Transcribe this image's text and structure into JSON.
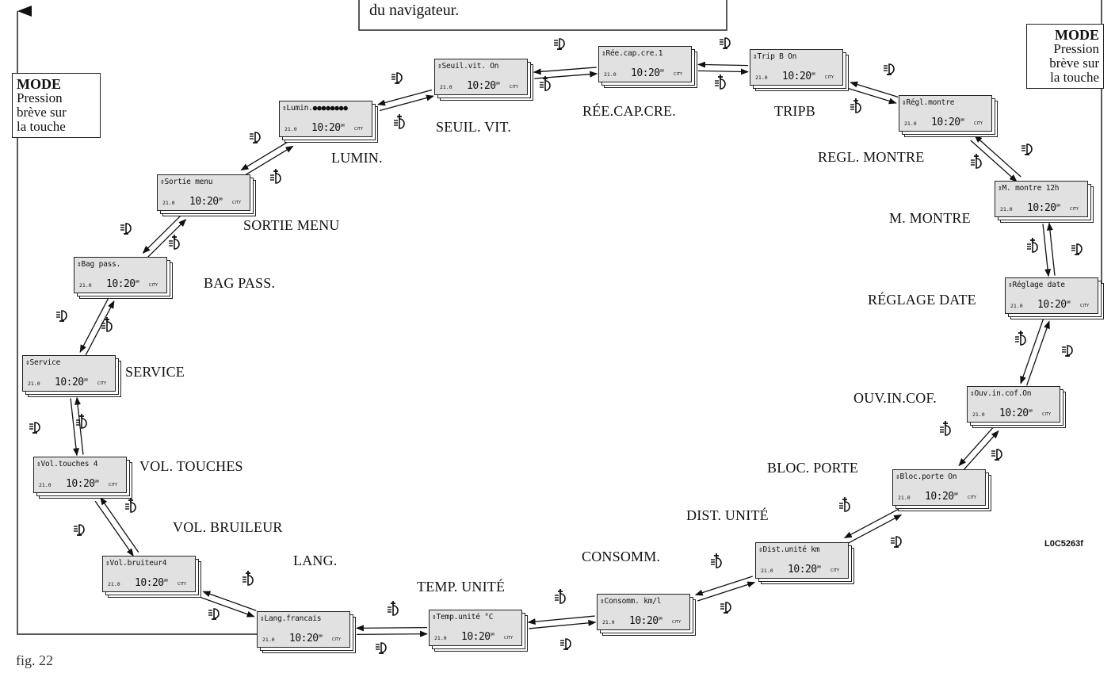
{
  "top_note": "du navigateur.",
  "mode_left": {
    "title": "MODE",
    "lines": [
      "Pression",
      "brève sur",
      "la touche"
    ]
  },
  "mode_right": {
    "title": "MODE",
    "lines": [
      "Pression",
      "brève sur",
      "la touche"
    ]
  },
  "code": "L0C5263f",
  "figure": "fig. 22",
  "nodes": [
    {
      "id": "reecap",
      "screen": "⇕Rée.cap.cre.1",
      "label": "RÉE.CAP.CRE."
    },
    {
      "id": "tripb",
      "screen": "⇕Trip B On",
      "label": "TRIPB"
    },
    {
      "id": "reglm",
      "screen": "⇕Régl.montre",
      "label": "REGL. MONTRE"
    },
    {
      "id": "mmontre",
      "screen": "⇕M. montre 12h",
      "label": "M. MONTRE"
    },
    {
      "id": "regdate",
      "screen": "⇕Réglage date",
      "label": "RÉGLAGE DATE"
    },
    {
      "id": "ouvin",
      "screen": "⇕Ouv.in.cof.On",
      "label": "OUV.IN.COF."
    },
    {
      "id": "bloc",
      "screen": "⇕Bloc.porte On",
      "label": "BLOC. PORTE"
    },
    {
      "id": "dist",
      "screen": "⇕Dist.unité km",
      "label": "DIST. UNITÉ"
    },
    {
      "id": "consomm",
      "screen": "⇕Consomm. km/l",
      "label": "CONSOMM."
    },
    {
      "id": "temp",
      "screen": "⇕Temp.unité °C",
      "label": "TEMP. UNITÉ"
    },
    {
      "id": "lang",
      "screen": "⇕Lang.francais",
      "label": "LANG."
    },
    {
      "id": "volbru",
      "screen": "⇕Vol.bruiteur4",
      "label": "VOL. BRUILEUR"
    },
    {
      "id": "voltou",
      "screen": "⇕Vol.touches 4",
      "label": "VOL. TOUCHES"
    },
    {
      "id": "service",
      "screen": "⇕Service",
      "label": "SERVICE"
    },
    {
      "id": "bagpass",
      "screen": "⇕Bag pass.",
      "label": "BAG PASS."
    },
    {
      "id": "sortie",
      "screen": "⇕Sortie menu",
      "label": "SORTIE MENU"
    },
    {
      "id": "lumin",
      "screen": "⇕Lumin.●●●●●●●●",
      "label": "LUMIN."
    },
    {
      "id": "seuil",
      "screen": "⇕Seuil.vit. On",
      "label": "SEUIL. VIT."
    }
  ],
  "display": {
    "odometer": "21.0",
    "clock": "10:20",
    "clock_unit": "am",
    "mode": "CITY"
  },
  "icons": {
    "plus": "lamp-plus-icon",
    "minus": "lamp-minus-icon"
  }
}
